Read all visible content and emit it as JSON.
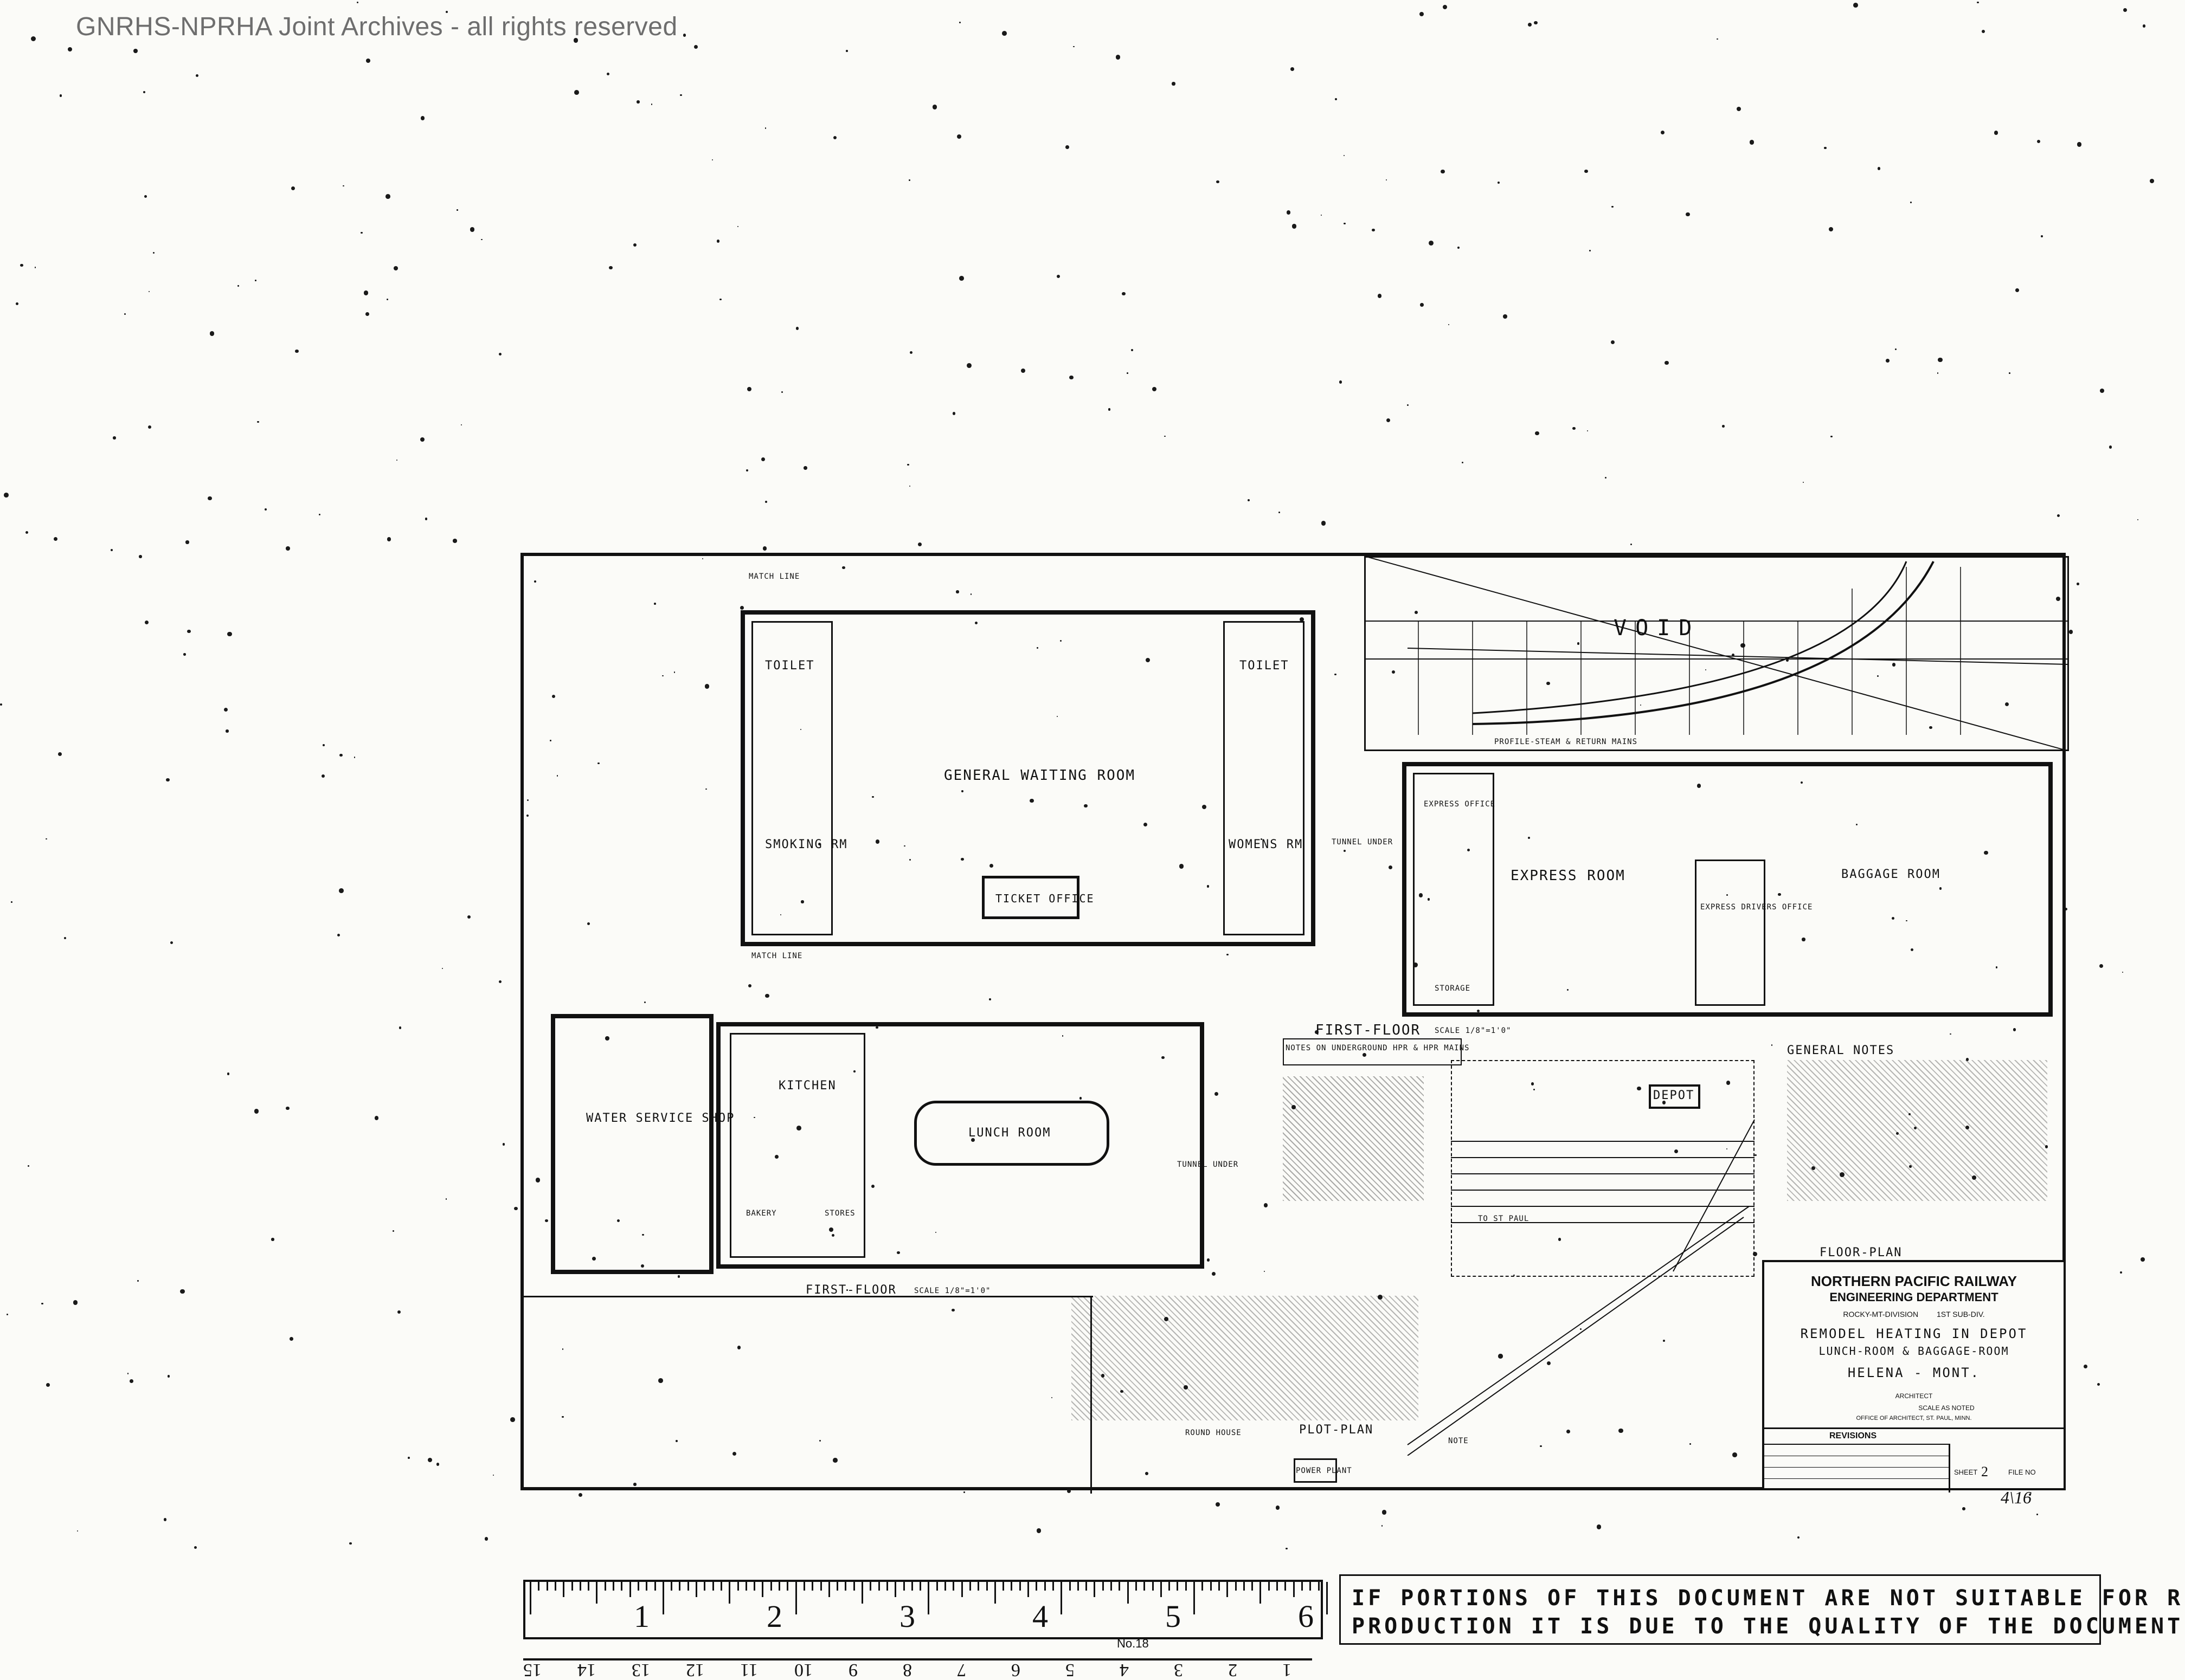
{
  "watermark": "GNRHS-NPRHA Joint Archives - all rights reserved",
  "drawing": {
    "first_floor_plan": {
      "rooms": {
        "toilet_left": "TOILET",
        "toilet_right": "TOILET",
        "general_waiting": "GENERAL WAITING ROOM",
        "smoking": "SMOKING RM",
        "womens": "WOMENS RM",
        "ticket_office": "TICKET OFFICE",
        "express_office": "EXPRESS OFFICE",
        "express_room": "EXPRESS ROOM",
        "express_drivers": "EXPRESS DRIVERS OFFICE",
        "baggage_room": "BAGGAGE ROOM",
        "storage": "STORAGE",
        "tunnel_under": "TUNNEL UNDER"
      },
      "match_line": "MATCH LINE",
      "caption": "FIRST-FLOOR",
      "scale": "SCALE 1/8\"=1'0\""
    },
    "void": "VOID",
    "profile_caption": "PROFILE-STEAM & RETURN MAINS",
    "lower_plan": {
      "water_service_shop": "WATER SERVICE SHOP",
      "kitchen": "KITCHEN",
      "lunch_room": "LUNCH ROOM",
      "bakery": "BAKERY",
      "stores": "STORES",
      "tunnel_under": "TUNNEL UNDER",
      "caption": "FIRST-FLOOR",
      "scale": "SCALE 1/8\"=1'0\""
    },
    "notes_underground": "NOTES ON UNDERGROUND HPR & HPR MAINS",
    "general_notes_title": "GENERAL NOTES",
    "floor_plan_caption": "FLOOR-PLAN",
    "plot_plan": {
      "depot": "DEPOT",
      "caption": "PLOT-PLAN",
      "round_house": "ROUND HOUSE",
      "power_plant": "POWER PLANT",
      "to_st_paul": "TO ST PAUL",
      "note": "NOTE"
    }
  },
  "title_block": {
    "company": "NORTHERN PACIFIC RAILWAY",
    "department": "ENGINEERING DEPARTMENT",
    "division": "ROCKY-MT-DIVISION",
    "subdivision": "1ST SUB-DIV.",
    "title_line1": "REMODEL HEATING IN DEPOT",
    "title_line2": "LUNCH-ROOM & BAGGAGE-ROOM",
    "location": "HELENA - MONT.",
    "architect": "ARCHITECT",
    "scale": "SCALE AS NOTED",
    "office": "OFFICE OF ARCHITECT, ST. PAUL, MINN.",
    "revisions": "REVISIONS",
    "sheet_label": "SHEET",
    "sheet_value": "2",
    "file_label": "FILE NO"
  },
  "sheet_mark": "4\\16",
  "ruler": {
    "numbers": [
      "1",
      "2",
      "3",
      "4",
      "5",
      "6"
    ],
    "label": "No.18",
    "bottom_numbers": [
      "15",
      "14",
      "13",
      "12",
      "11",
      "10",
      "9",
      "8",
      "7",
      "6",
      "5",
      "4",
      "3",
      "2",
      "1"
    ]
  },
  "notice": {
    "line1": "IF PORTIONS OF THIS DOCUMENT ARE NOT SUITABLE FOR RE-",
    "line2": "PRODUCTION IT IS DUE TO THE QUALITY OF THE DOCUMENT."
  }
}
